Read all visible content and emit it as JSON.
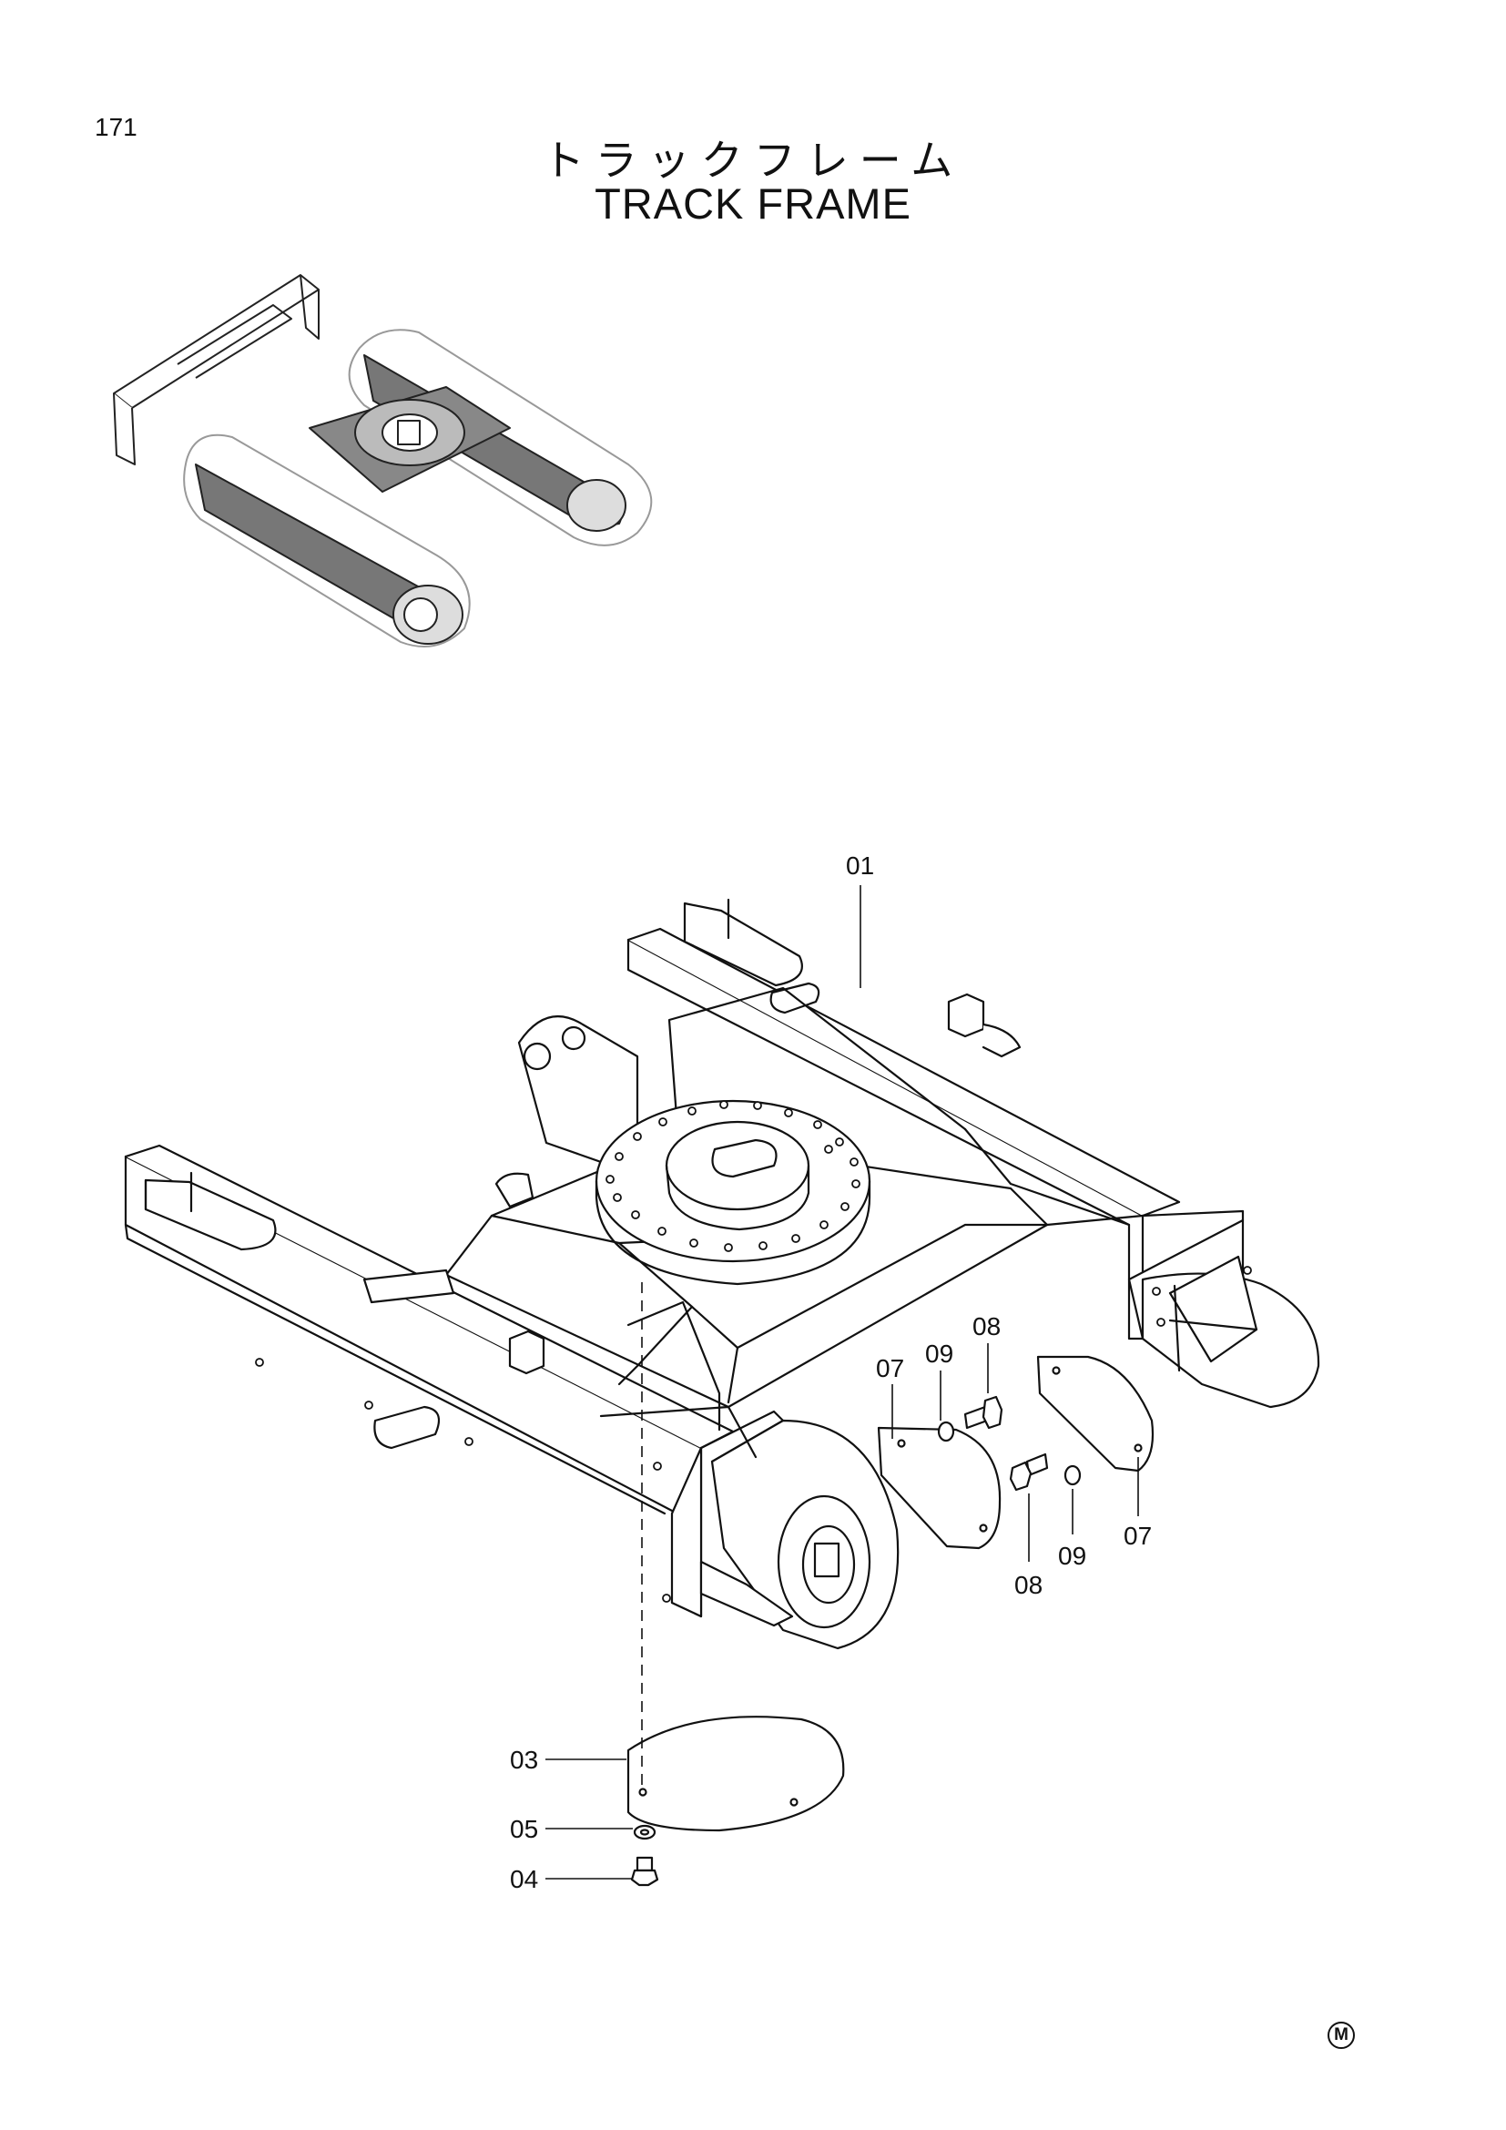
{
  "page_number": "171",
  "title_jp": "トラックフレーム",
  "title_en": "TRACK FRAME",
  "callouts": {
    "c01": "01",
    "c03": "03",
    "c04": "04",
    "c05": "05",
    "c07a": "07",
    "c07b": "07",
    "c08a": "08",
    "c08b": "08",
    "c09a": "09",
    "c09b": "09"
  },
  "mark": "M"
}
